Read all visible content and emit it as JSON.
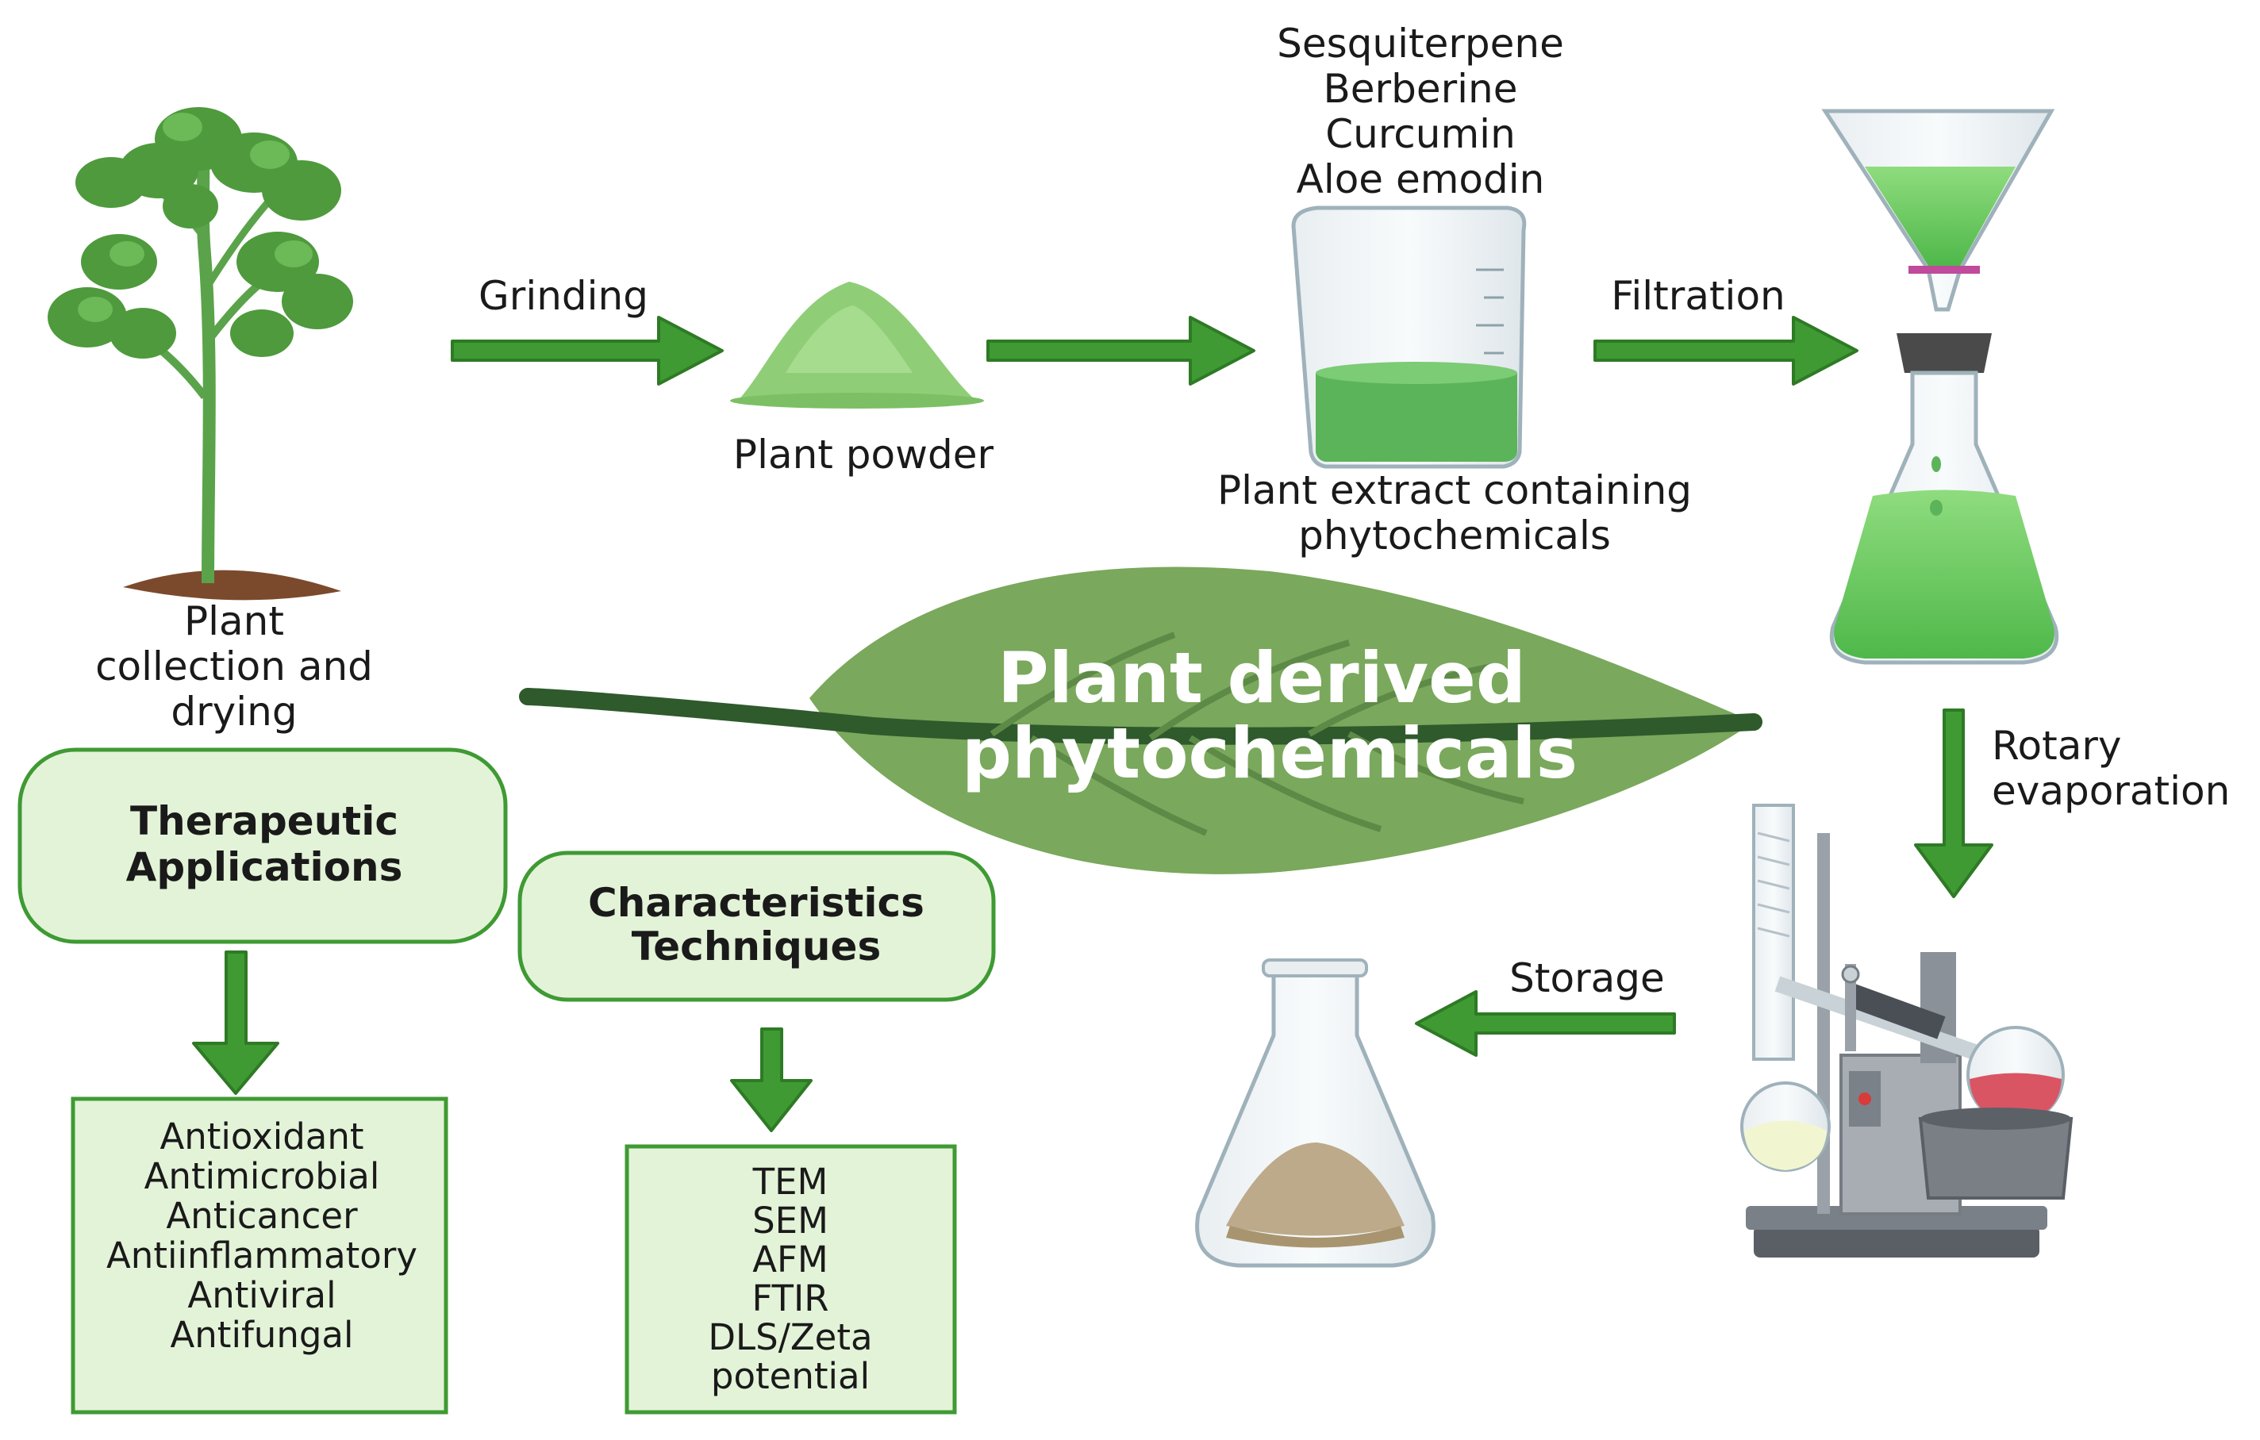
{
  "title_line1": "Plant derived",
  "title_line2": "phytochemicals",
  "steps": {
    "plant_line1": "Plant",
    "plant_line2": "collection and",
    "plant_line3": "drying",
    "grinding": "Grinding",
    "powder": "Plant powder",
    "compounds": [
      "Sesquiterpene",
      "Berberine",
      "Curcumin",
      "Aloe emodin"
    ],
    "extract_line1": "Plant extract containing",
    "extract_line2": "phytochemicals",
    "filtration": "Filtration",
    "rotary_line1": "Rotary",
    "rotary_line2": "evaporation",
    "storage": "Storage"
  },
  "therapeutic": {
    "title_line1": "Therapeutic",
    "title_line2": "Applications",
    "items": [
      "Antioxidant",
      "Antimicrobial",
      "Anticancer",
      "Antiinflammatory",
      "Antiviral",
      "Antifungal"
    ]
  },
  "characterization": {
    "title_line1": "Characteristics",
    "title_line2": "Techniques",
    "items": [
      "TEM",
      "SEM",
      "AFM",
      "FTIR",
      "DLS/Zeta",
      "potential"
    ]
  },
  "colors": {
    "arrow": "#3f9a33",
    "arrow_stroke": "#2e7a25",
    "box_fill": "#e3f3d8",
    "box_stroke": "#3f9a33",
    "leaf": "#7aa85c",
    "leaf_vein": "#2f5a2c"
  }
}
